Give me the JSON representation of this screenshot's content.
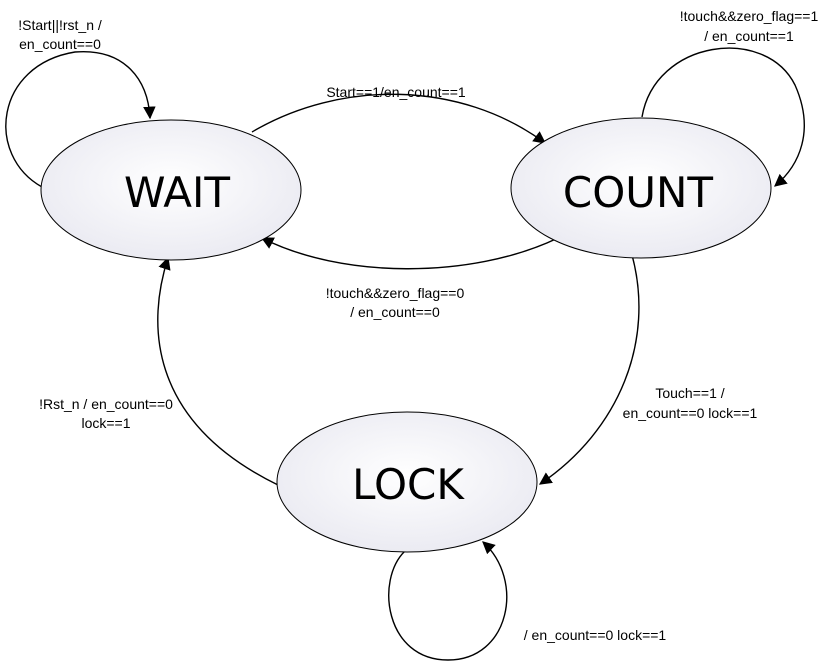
{
  "states": {
    "wait": "WAIT",
    "count": "COUNT",
    "lock": "LOCK"
  },
  "transitions": {
    "wait_self": [
      "!Start||!rst_n /",
      "en_count==0"
    ],
    "wait_to_count": [
      "Start==1/en_count==1"
    ],
    "count_self": [
      "!touch&&zero_flag==1",
      "/ en_count==1"
    ],
    "count_to_wait": [
      "!touch&&zero_flag==0",
      "/ en_count==0"
    ],
    "count_to_lock": [
      "Touch==1 /",
      "en_count==0 lock==1"
    ],
    "lock_to_wait": [
      "!Rst_n / en_count==0",
      "lock==1"
    ],
    "lock_self": [
      "/ en_count==0 lock==1"
    ]
  },
  "colors": {
    "state_fill_center": "#ffffff",
    "state_fill_edge": "#e9e9f1",
    "stroke": "#000000"
  }
}
